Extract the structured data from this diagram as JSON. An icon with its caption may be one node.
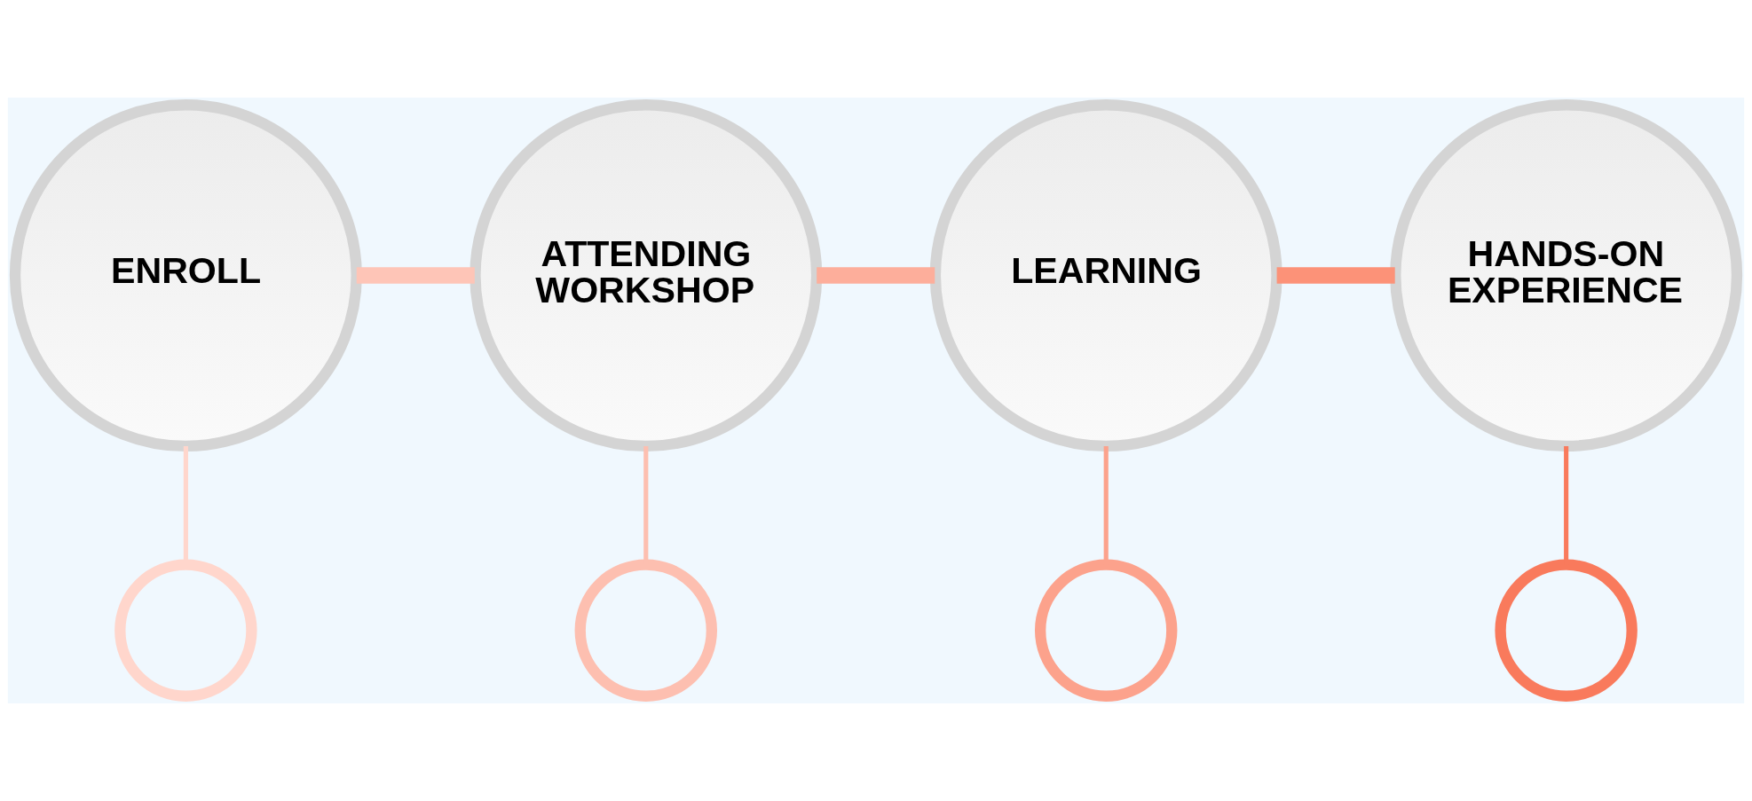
{
  "diagram": {
    "nodes": [
      {
        "text": [
          "ENROLL"
        ]
      },
      {
        "text": [
          "ATTENDING WORKSHOP"
        ]
      },
      {
        "text": [
          "LEARNING"
        ]
      },
      {
        "text": [
          "HANDS-ON EXPERIENCE"
        ]
      },
      {
        "text": [],
        "shape": "circle"
      },
      {
        "text": [],
        "shape": "circle"
      },
      {
        "text": [],
        "shape": "circle"
      },
      {
        "text": [],
        "shape": "circle"
      }
    ],
    "edges": [
      {
        "from": 0,
        "to": 1,
        "arrow": "none",
        "style": "thick",
        "color": "#fec5b7"
      },
      {
        "from": 1,
        "to": 2,
        "arrow": "none",
        "style": "thick",
        "color": "#fdae9b"
      },
      {
        "from": 2,
        "to": 3,
        "arrow": "none",
        "style": "thick",
        "color": "#fc9278"
      },
      {
        "from": 0,
        "to": 4,
        "arrow": "none",
        "color": "#ffd6cc"
      },
      {
        "from": 1,
        "to": 5,
        "arrow": "none",
        "color": "#fdbfb0"
      },
      {
        "from": 2,
        "to": 6,
        "arrow": "none",
        "color": "#fca28c"
      },
      {
        "from": 3,
        "to": 7,
        "arrow": "none",
        "color": "#f97a5c"
      }
    ]
  }
}
